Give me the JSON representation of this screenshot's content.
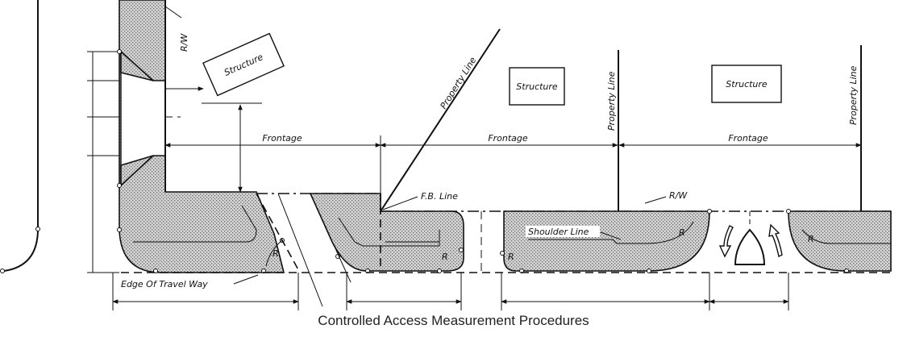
{
  "caption": "Controlled Access Measurement Procedures",
  "labels": {
    "rw_left": "R/W",
    "rw_center": "R/W",
    "structure_rotated": "Structure",
    "structure_middle": "Structure",
    "structure_right": "Structure",
    "property_line_diagonal": "Property Line",
    "property_line_middle": "Property Line",
    "property_line_right": "Property Line",
    "frontage_1": "Frontage",
    "frontage_2": "Frontage",
    "frontage_3": "Frontage",
    "fb_line": "F.B. Line",
    "shoulder_line": "Shoulder Line",
    "edge_of_travel_way": "Edge Of Travel Way",
    "radius": "R"
  }
}
